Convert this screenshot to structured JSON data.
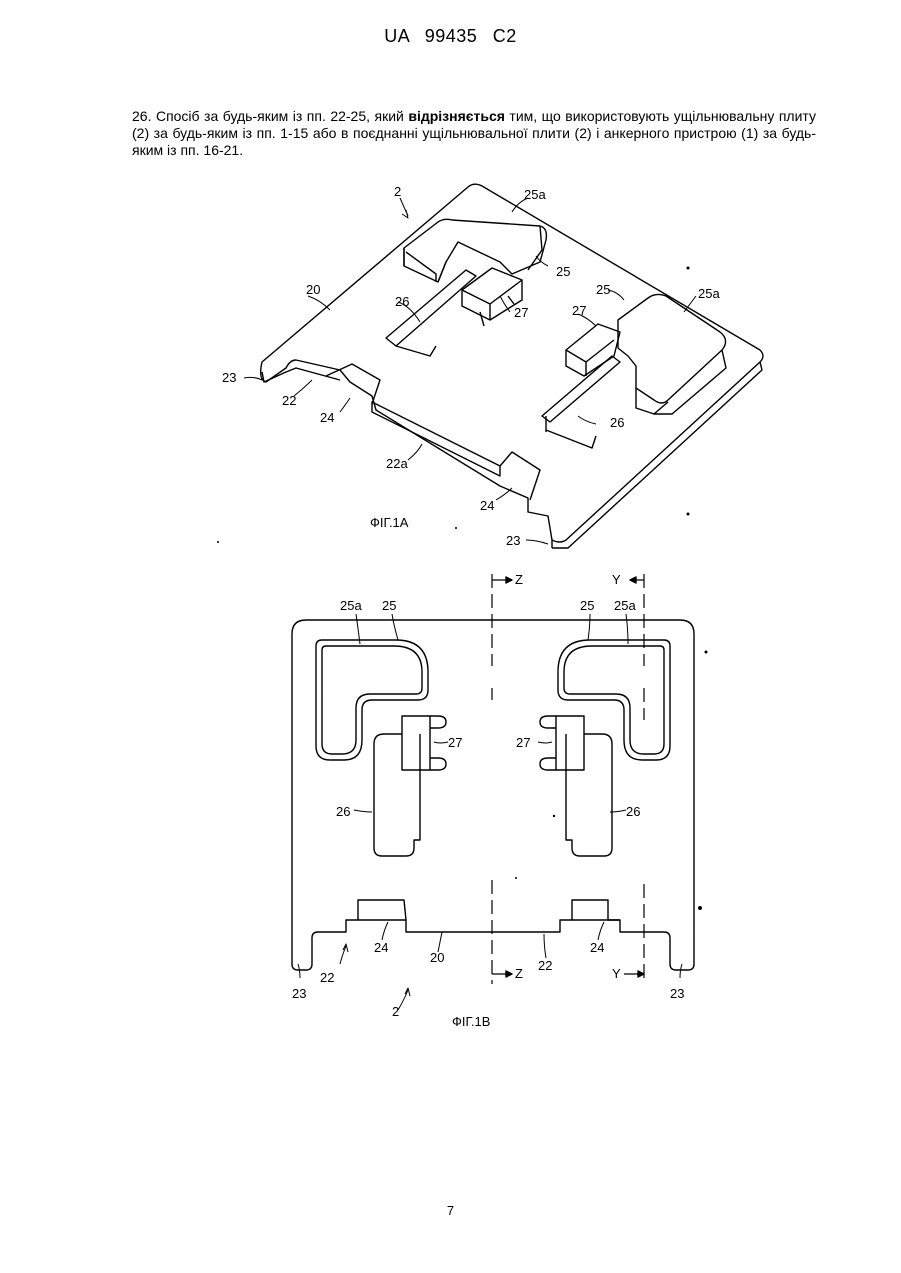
{
  "header": {
    "patent_id": "UA   99435   C2"
  },
  "claim": {
    "part1": "26. Спосіб за будь-яким із пп. 22-25, який ",
    "bold": "відрізняється",
    "part2": " тим, що використовують ущільнювальну плиту (2) за будь-яким із пп. 1-15 або в поєднанні ущільнювальної плити (2) і анкерного пристрою (1) за будь-яким із пп. 16-21."
  },
  "figures": {
    "fig1a": {
      "caption": "ФІГ.1А",
      "labels": {
        "l2": "2",
        "l25a_left": "25a",
        "l25_left": "25",
        "l20": "20",
        "l26_left": "26",
        "l27_left": "27",
        "l25_right": "25",
        "l25a_right": "25a",
        "l27_right": "27",
        "l23_left": "23",
        "l22": "22",
        "l24_left": "24",
        "l26_right": "26",
        "l22a": "22a",
        "l24_right": "24",
        "l23_bottom": "23"
      }
    },
    "fig1b": {
      "caption": "ФІГ.1В",
      "labels": {
        "z_top": "Z",
        "y_top": "Y",
        "l25a_left": "25a",
        "l25_left": "25",
        "l25_right": "25",
        "l25a_right": "25a",
        "l27_left": "27",
        "l27_right": "27",
        "l26_left": "26",
        "l26_right": "26",
        "l24_left": "24",
        "l20": "20",
        "l22_mid": "22",
        "l24_right": "24",
        "l23_left": "23",
        "l22_left": "22",
        "z_bottom": "Z",
        "y_bottom": "Y",
        "l23_right": "23",
        "l2": "2"
      }
    }
  },
  "page_number": "7"
}
